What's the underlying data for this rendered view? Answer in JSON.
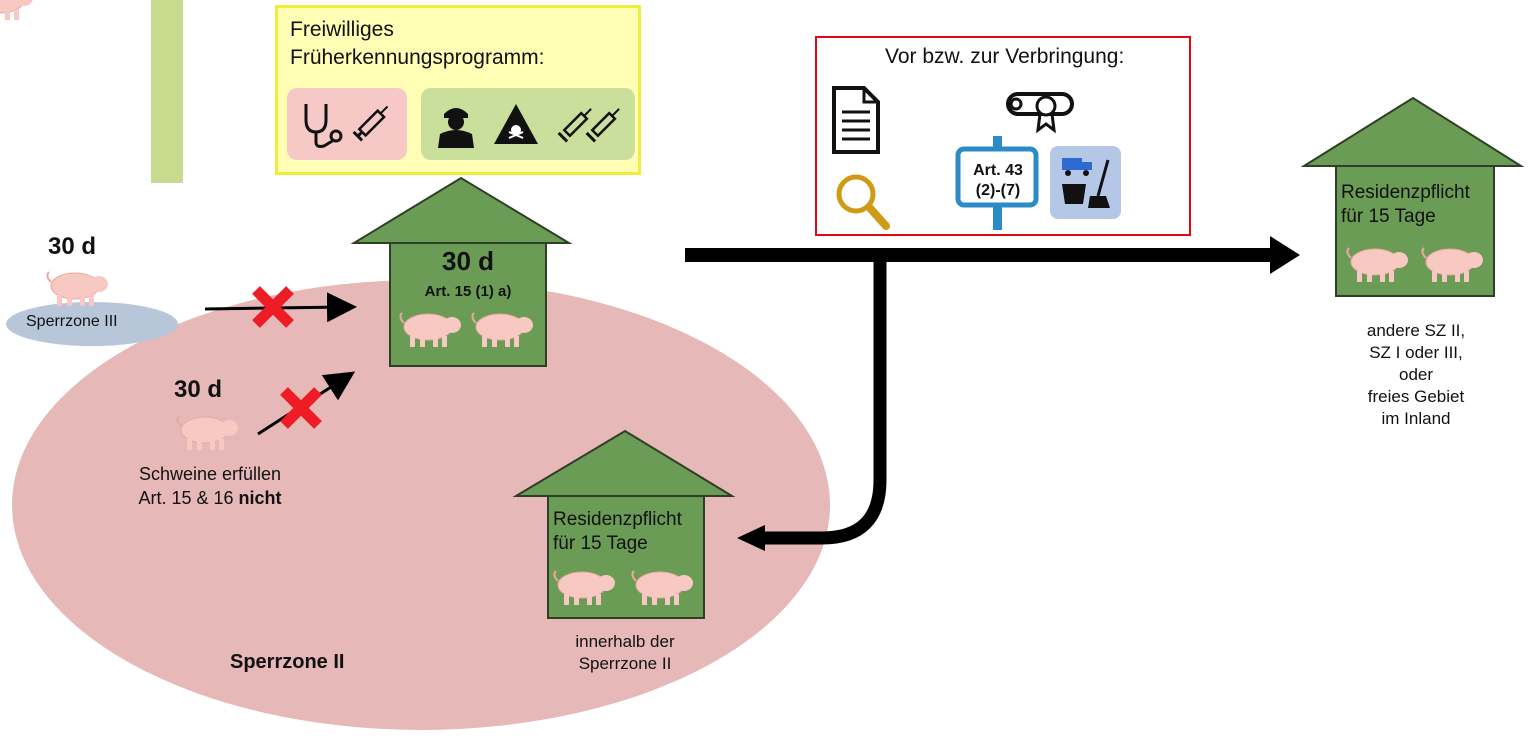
{
  "early_detection": {
    "title_line1": "Freiwilliges",
    "title_line2": "Früherkennungsprogramm:",
    "icons": [
      "stethoscope-icon",
      "syringe-icon",
      "hunter-icon",
      "poison-warning-icon",
      "double-syringe-icon"
    ]
  },
  "before_transport": {
    "title": "Vor bzw. zur Verbringung:",
    "sign_line1": "Art. 43",
    "sign_line2": "(2)-(7)",
    "icons": [
      "document-icon",
      "certificate-icon",
      "magnifier-icon",
      "signpost-icon",
      "cleaning-truck-icon"
    ]
  },
  "sperrzone3": {
    "days": "30 d",
    "label": "Sperrzone III"
  },
  "pigs_not_compliant": {
    "days": "30 d",
    "line1": "Schweine erfüllen",
    "line2_prefix": "Art. 15 & 16 ",
    "line2_bold": "nicht"
  },
  "central_farm": {
    "days": "30 d",
    "article": "Art. 15 (1) a)"
  },
  "inner_farm": {
    "line1": "Residenzpflicht",
    "line2": "für 15 Tage",
    "caption_line1": "innerhalb der",
    "caption_line2": "Sperrzone II"
  },
  "outer_farm": {
    "line1": "Residenzpflicht",
    "line2": "für 15 Tage",
    "caption": [
      "andere SZ II,",
      "SZ I oder III,",
      "oder",
      "freies Gebiet",
      "im Inland"
    ]
  },
  "zone_label": "Sperrzone II",
  "colors": {
    "zone_fill": "#e6b8b7",
    "house_fill": "#6b9c56",
    "house_stroke": "#2f3f27",
    "pig": "#f8c9c2",
    "cross": "#ee1c24",
    "sperrzone3_fill": "#b7c7d9",
    "accent_bar": "#c7dc8e"
  }
}
